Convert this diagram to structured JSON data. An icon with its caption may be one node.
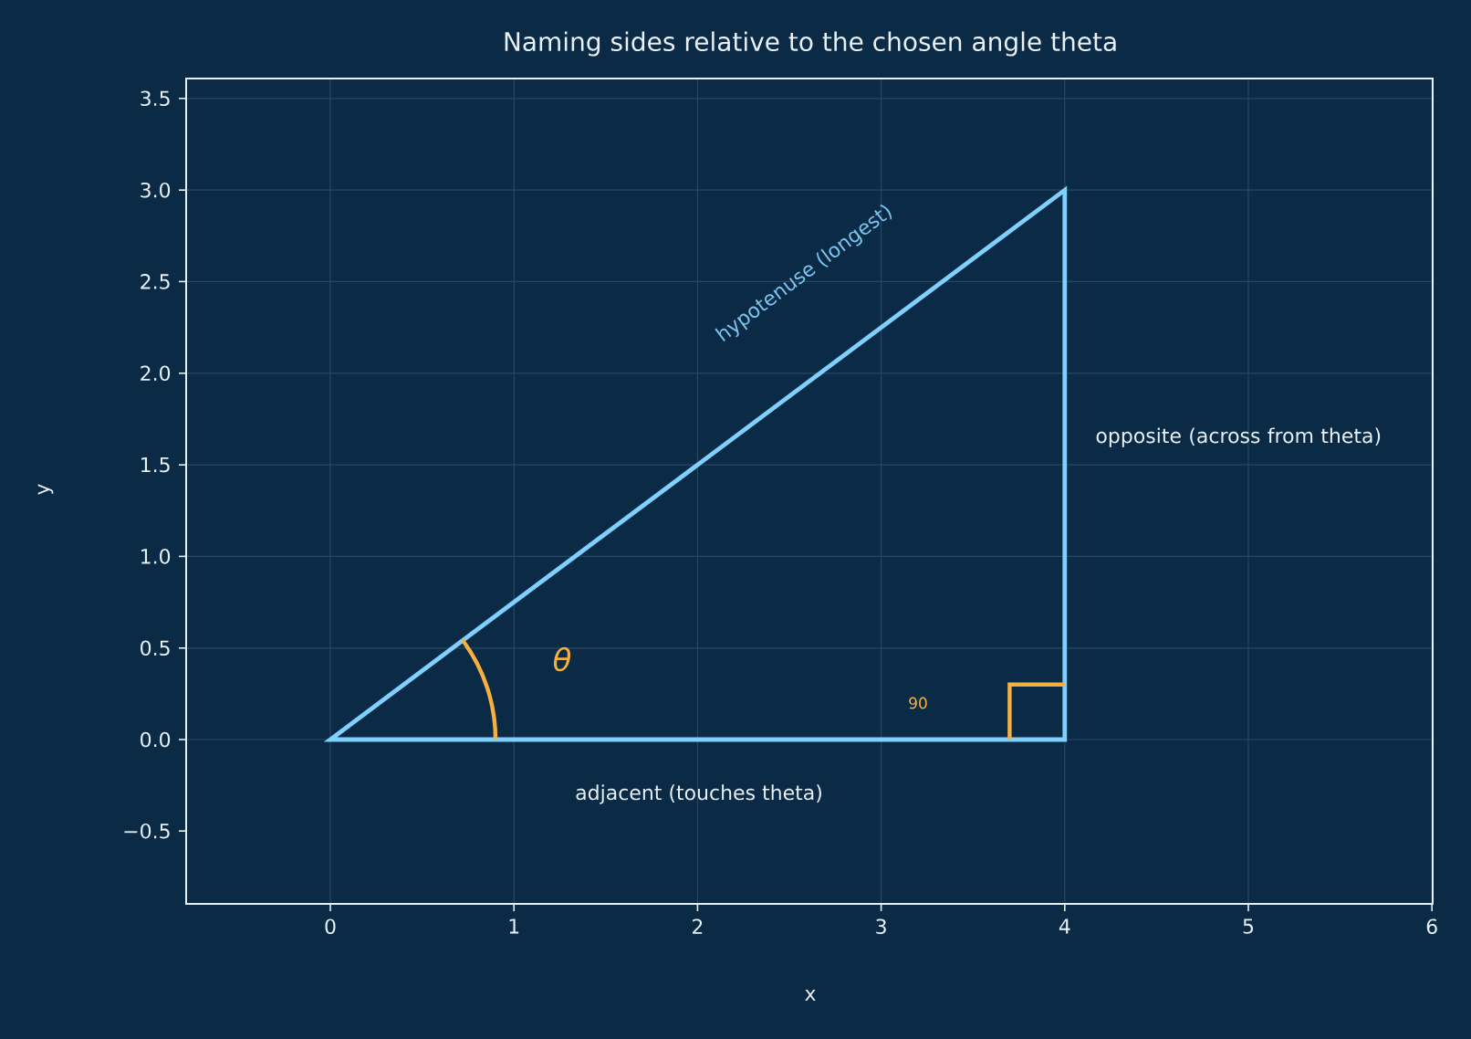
{
  "diagram": {
    "title": "Naming sides relative to the chosen angle theta",
    "labels": [
      "3.5",
      "3.0",
      "2.5",
      "2.0",
      "1.5",
      "1.0",
      "0.5",
      "0.0",
      "−0.5",
      "0",
      "1",
      "2",
      "3",
      "4",
      "5",
      "6",
      "x",
      "y",
      "hypotenuse (longest)",
      "opposite (across from theta)",
      "θ",
      "90",
      "adjacent (touches theta)"
    ]
  }
}
